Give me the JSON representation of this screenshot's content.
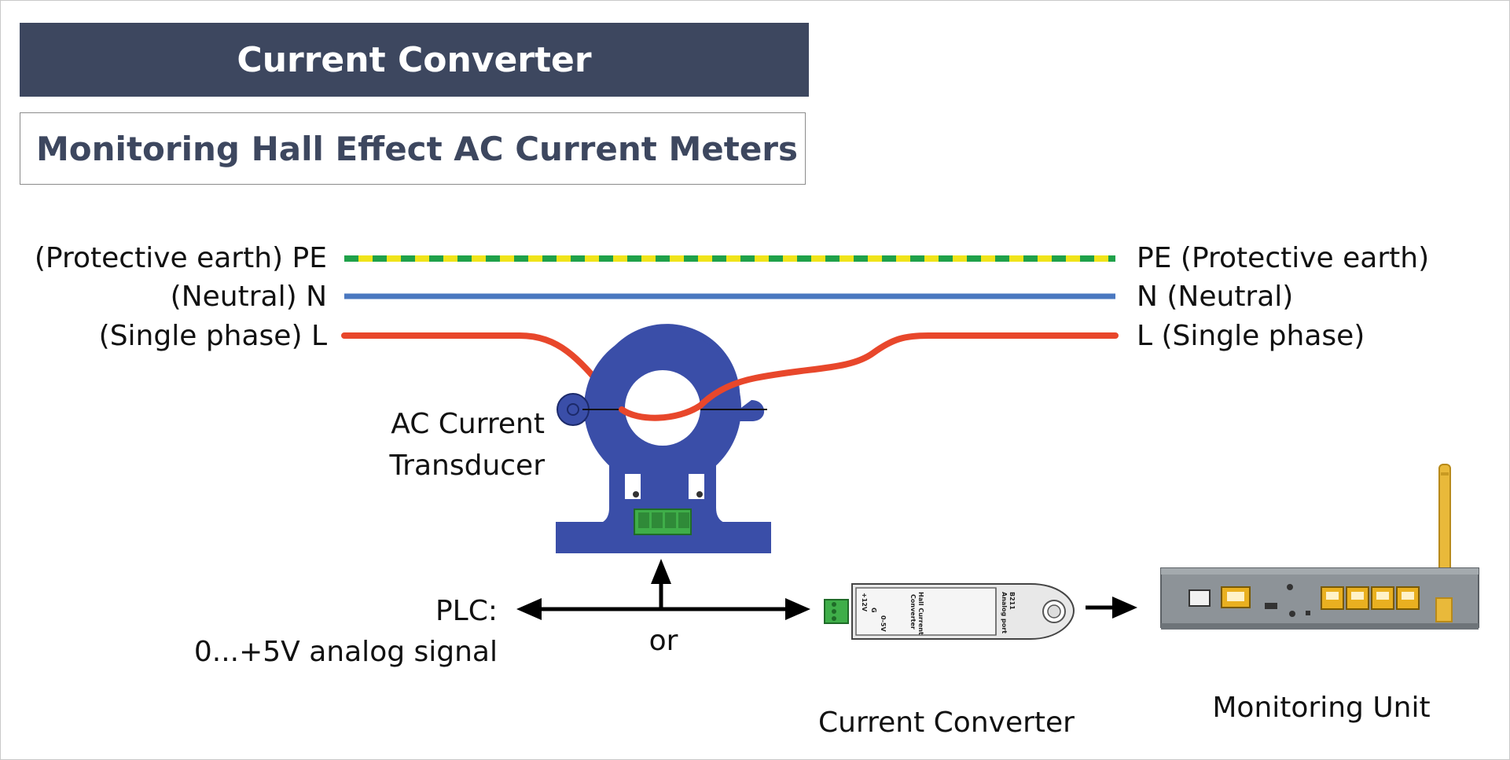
{
  "header": {
    "title": "Current Converter",
    "subtitle": "Monitoring Hall Effect AC Current Meters"
  },
  "wires": {
    "pe_left": "(Protective earth) PE",
    "n_left": "(Neutral) N",
    "l_left": "(Single phase) L",
    "pe_right": "PE (Protective earth)",
    "n_right": "N (Neutral)",
    "l_right": "L (Single phase)"
  },
  "transducer": {
    "label_line1": "AC Current",
    "label_line2": "Transducer"
  },
  "plc": {
    "label_line1": "PLC:",
    "label_line2": "0...+5V analog signal"
  },
  "connector": {
    "or_label": "or"
  },
  "converter_device": {
    "label": "Current Converter",
    "pin_labels": [
      "+12V",
      "G",
      "0-5V"
    ],
    "body_text_1": "Hall Current",
    "body_text_2": "Converter",
    "cap_text_1": "B211",
    "cap_text_2": "Analog port"
  },
  "monitoring_unit": {
    "label": "Monitoring Unit"
  },
  "colors": {
    "banner": "#3d475f",
    "pe_green": "#1fa14a",
    "pe_yellow": "#f0e41a",
    "neutral": "#4a78c0",
    "phase": "#e8472b",
    "transducer": "#3a4ea8",
    "terminal": "#3fae49",
    "port": "#e9b020",
    "antenna": "#e9b93a"
  }
}
